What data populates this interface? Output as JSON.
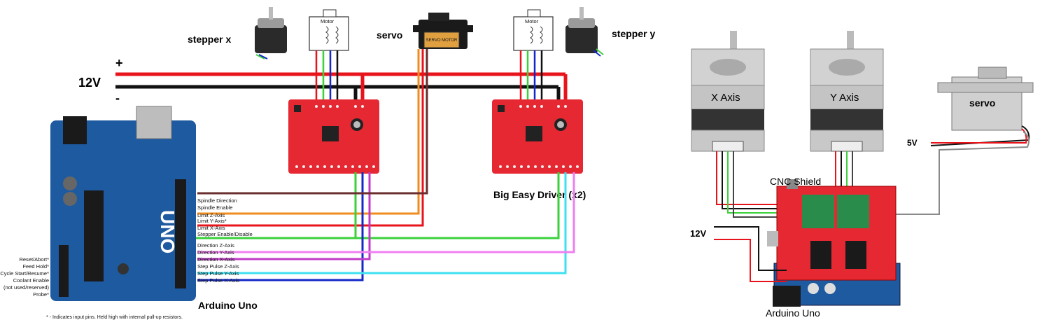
{
  "left": {
    "supply": {
      "voltage": "12V",
      "plus": "+",
      "minus": "-"
    },
    "labels": {
      "stepper_x": "stepper x",
      "servo": "servo",
      "stepper_y": "stepper y",
      "driver": "Big Easy Driver (x2)",
      "arduino": "Arduino Uno",
      "driver_box_label": "Motor",
      "servo_chip_text": "SERVO MOTOR"
    },
    "arduino_pins": [
      "Spindle Direction",
      "Spindle Enable",
      "Limit Z-Axis",
      "Limit Y-Axis*",
      "Limit X-Axis",
      "Stepper Enable/Disable",
      "Direction Z-Axis",
      "Direction Y-Axis",
      "Direction X-Axis",
      "Step Pulse Z-Axis",
      "Step Pulse Y-Axis",
      "Step Pulse X-Axis"
    ],
    "analog_pins": [
      "Reset/Abort*",
      "Feed Hold*",
      "Cycle Start/Resume*",
      "Coolant Enable",
      "(not used/reserved)",
      "Probe*"
    ],
    "footnote": "* - Indicates input pins. Held high with internal pull-up resistors."
  },
  "right": {
    "x_axis": "X Axis",
    "y_axis": "Y Axis",
    "servo": "servo",
    "five_v": "5V",
    "twelve_v": "12V",
    "shield": "CNC Shield",
    "arduino": "Arduino Uno"
  },
  "colors": {
    "red": "#e8141b",
    "black": "#111111",
    "green": "#3ad23a",
    "blue": "#1428c8",
    "magenta": "#c23bc8",
    "pink": "#f07ef0",
    "cyan": "#3ee0f0",
    "orange": "#f08c1e",
    "brown": "#6b2e2e",
    "board_red": "#e62833",
    "arduino_blue": "#1e5aa0",
    "gray_wire": "#8a8a8a"
  }
}
